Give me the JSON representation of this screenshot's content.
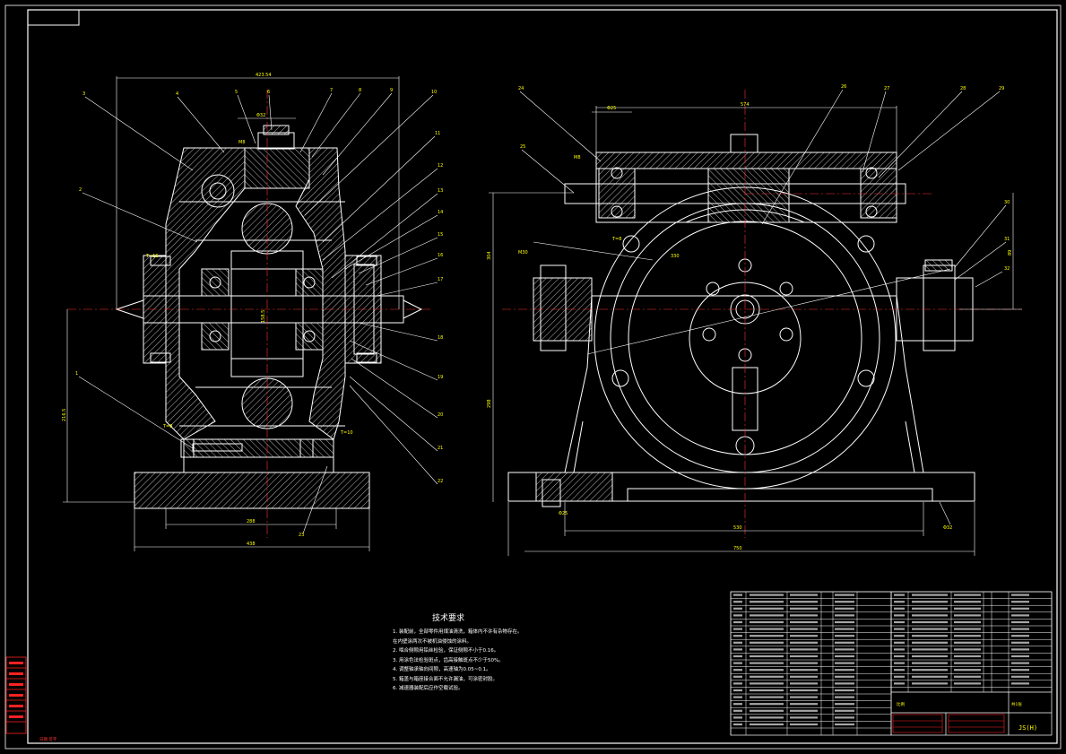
{
  "technical_requirements": {
    "title": "技术要求",
    "items": [
      "1. 装配前，全部零件用煤油清洗，箱体内不许有杂物存在。",
      "   在内壁涂两次不被机油侵蚀的涂料。",
      "2. 啮合侧隙用铅丝检验，保证侧隙不小于0.16。",
      "3. 用涂色法检验斑点，齿高接触斑点不少于50%。",
      "4. 调整轴承轴向间隙，高速轴为0.05~0.1。",
      "5. 箱盖与箱座接合面不允许漏油，可涂密封胶。",
      "6. 减速器装配后应作空载试验。"
    ]
  },
  "title_block": {
    "drawing_no": "JS(H)",
    "scale_label": "比例",
    "sheet_label": "共1张"
  },
  "side_stamp": {
    "labels": [
      "借(通)用件登记",
      "旧底图总号",
      "底图总号",
      "签字",
      "日期"
    ],
    "bottom_tag": "日期  签字"
  },
  "colors": {
    "background": "#000000",
    "outline": "#ffffff",
    "section_fill": "#ffffff",
    "centerline": "#ff3030",
    "dimension": "#ffff00",
    "hatch": "#ffffff",
    "stamp": "#ff2020"
  },
  "dimensions_left": [
    "423.54",
    "158.5",
    "288",
    "438",
    "216.5",
    "Φ32",
    "M8",
    "T=16",
    "T=8",
    "T=10"
  ],
  "dimensions_right": [
    "574",
    "530",
    "750",
    "330",
    "Φ32",
    "M8",
    "T=8",
    "M30",
    "Φ25"
  ],
  "balloons_left": [
    "1",
    "2",
    "3",
    "4",
    "5",
    "6",
    "7",
    "8",
    "9",
    "10",
    "11",
    "12",
    "13",
    "14",
    "15",
    "16",
    "17",
    "18",
    "19",
    "20",
    "21",
    "22",
    "23"
  ],
  "balloons_right": [
    "24",
    "25",
    "26",
    "27",
    "28",
    "29",
    "30",
    "31",
    "32"
  ]
}
